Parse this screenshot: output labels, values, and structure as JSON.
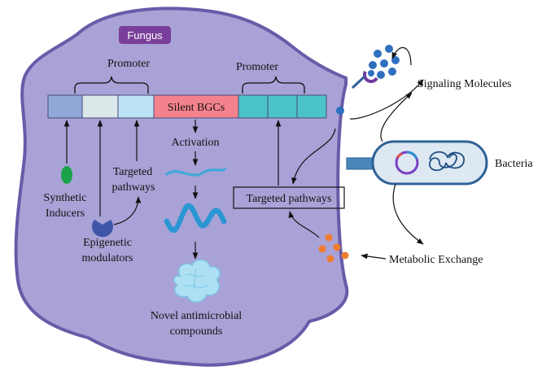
{
  "labels": {
    "fungus": "Fungus",
    "promoter_left": "Promoter",
    "promoter_right": "Promoter",
    "silent_bgcs": "Silent BGCs",
    "activation": "Activation",
    "synthetic_inducers_1": "Synthetic",
    "synthetic_inducers_2": "Inducers",
    "targeted_pathways_left_1": "Targeted",
    "targeted_pathways_left_2": "pathways",
    "epigenetic_1": "Epigenetic",
    "epigenetic_2": "modulators",
    "novel_1": "Novel antimicrobial",
    "novel_2": "compounds",
    "targeted_pathways_right": "Targeted pathways",
    "signaling_molecules": "Signaling  Molecules",
    "bacteria": "Bacteria",
    "metabolic_exchange": "Metabolic Exchange"
  },
  "colors": {
    "cell_fill": "#a9a2d6",
    "cell_border": "#6a5aa8",
    "fungus_badge": "#7a3f9a",
    "silent_bgc": "#f4828c",
    "gene_blue_dark": "#8fa8d8",
    "gene_pale": "#dbe8ea",
    "gene_light_blue": "#bde3f6",
    "gene_teal": "#4cc3c6",
    "signaling_dots": "#2f6fbf",
    "metabolite_dots": "#ee7d2f",
    "bacteria_fill": "#dde8f2",
    "bacteria_border": "#2f6296",
    "dna_chain": "#2a96d4",
    "inducer_green": "#1aa34a",
    "epigenetic_blue": "#3e56a8"
  }
}
